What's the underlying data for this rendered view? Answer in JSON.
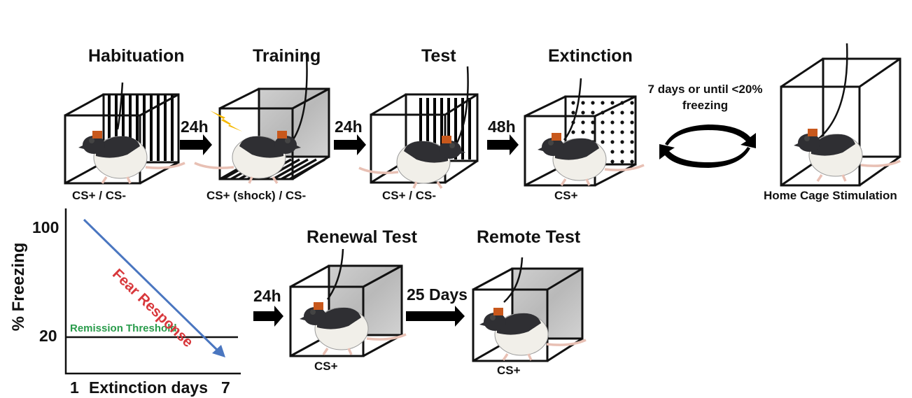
{
  "stages": [
    {
      "title": "Habituation",
      "sub": "CS+ / CS-"
    },
    {
      "title": "Training",
      "sub": "CS+ (shock) / CS-"
    },
    {
      "title": "Test",
      "sub": "CS+ / CS-"
    },
    {
      "title": "Extinction",
      "sub": "CS+"
    },
    {
      "title": "",
      "sub": "Home Cage Stimulation"
    },
    {
      "title": "Renewal Test",
      "sub": "CS+"
    },
    {
      "title": "Remote Test",
      "sub": "CS+"
    }
  ],
  "intervals": [
    "24h",
    "24h",
    "48h",
    "24h",
    "25 Days"
  ],
  "loop_note": "7 days or until <20% freezing",
  "plot": {
    "ylabel": "% Freezing",
    "y_ticks": [
      "100",
      "20"
    ],
    "x_start": "1",
    "x_label": "Extinction days",
    "x_end": "7",
    "threshold_label": "Remission Threshold",
    "trend_label": "Fear Response"
  },
  "colors": {
    "trend": "#4a76c0",
    "trend_label": "#d8383c",
    "threshold_label": "#2a9c4c",
    "shock": "#f5b800",
    "headcap": "#c8581c"
  }
}
